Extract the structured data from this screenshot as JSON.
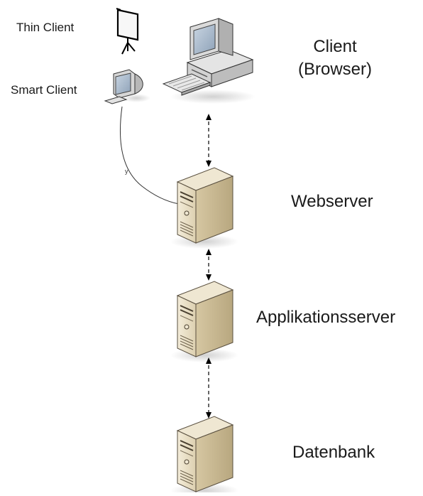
{
  "labels": {
    "thin_client": "Thin Client",
    "smart_client": "Smart Client",
    "client_line1": "Client",
    "client_line2": "(Browser)",
    "webserver": "Webserver",
    "appserver": "Applikationsserver",
    "database": "Datenbank",
    "connector_mark": "y"
  },
  "colors": {
    "server_body": "#e6dcc4",
    "server_side": "#c9b994",
    "monitor_body": "#d8d8d8",
    "screen": "#a9b8c8",
    "line": "#000000",
    "text": "#1a1a1a"
  }
}
